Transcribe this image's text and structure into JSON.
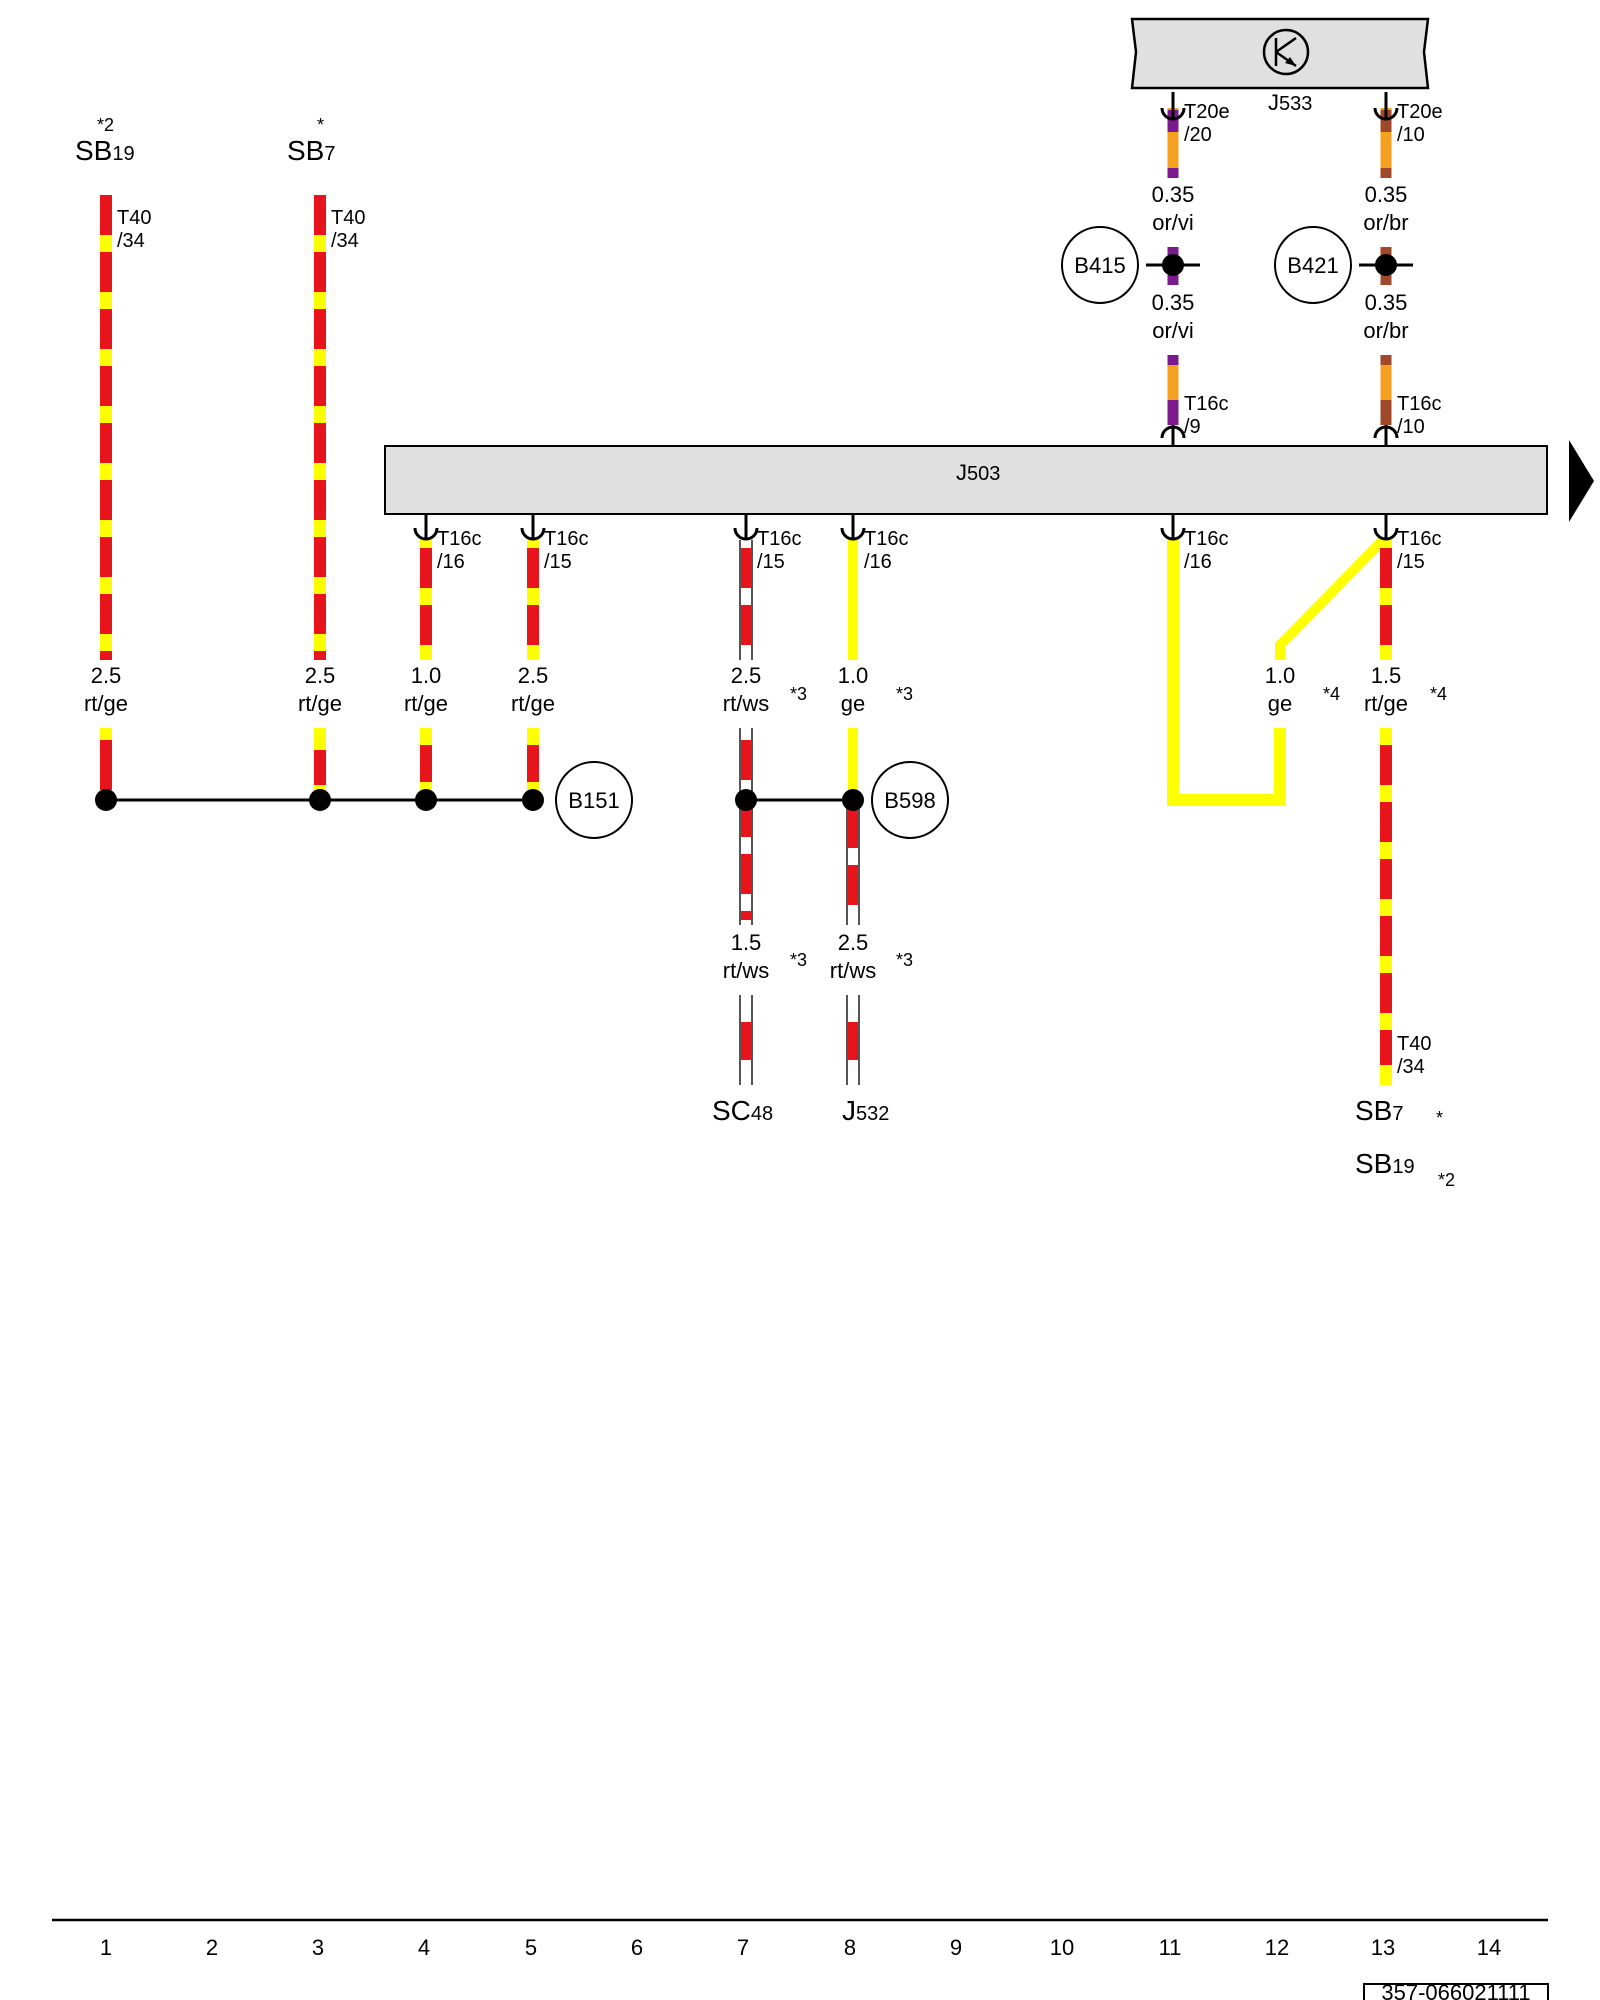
{
  "components": {
    "j533": {
      "label": "J",
      "sub": "533"
    },
    "j503": {
      "label": "J",
      "sub": "503"
    }
  },
  "supply_top": [
    {
      "name": "SB",
      "sub": "19",
      "note": "*2"
    },
    {
      "name": "SB",
      "sub": "7",
      "note": "*"
    }
  ],
  "supply_bottom": [
    {
      "name": "SB",
      "sub": "7",
      "note": "*"
    },
    {
      "name": "SB",
      "sub": "19",
      "note": "*2"
    }
  ],
  "destinations": [
    {
      "name": "SC",
      "sub": "48"
    },
    {
      "name": "J",
      "sub": "532"
    }
  ],
  "connectors": {
    "t40_a": [
      "T40",
      "/34"
    ],
    "t40_b": [
      "T40",
      "/34"
    ],
    "t20e_20": [
      "T20e",
      "/20"
    ],
    "t20e_10": [
      "T20e",
      "/10"
    ],
    "t16c_9": [
      "T16c",
      "/9"
    ],
    "t16c_10": [
      "T16c",
      "/10"
    ],
    "t16c_16a": [
      "T16c",
      "/16"
    ],
    "t16c_15a": [
      "T16c",
      "/15"
    ],
    "t16c_15b": [
      "T16c",
      "/15"
    ],
    "t16c_16b": [
      "T16c",
      "/16"
    ],
    "t16c_16c": [
      "T16c",
      "/16"
    ],
    "t16c_15c": [
      "T16c",
      "/15"
    ],
    "t40_c": [
      "T40",
      "/34"
    ]
  },
  "wires": {
    "w1": [
      "2.5",
      "rt/ge"
    ],
    "w2": [
      "2.5",
      "rt/ge"
    ],
    "w3": [
      "1.0",
      "rt/ge"
    ],
    "w4": [
      "2.5",
      "rt/ge"
    ],
    "w5": [
      "2.5",
      "rt/ws"
    ],
    "w6": [
      "1.0",
      "ge"
    ],
    "w7": [
      "1.0",
      "ge"
    ],
    "w8": [
      "1.5",
      "rt/ge"
    ],
    "w9": [
      "1.5",
      "rt/ws"
    ],
    "w10": [
      "2.5",
      "rt/ws"
    ],
    "w11": [
      "0.35",
      "or/vi"
    ],
    "w12": [
      "0.35",
      "or/br"
    ],
    "w13": [
      "0.35",
      "or/vi"
    ],
    "w14": [
      "0.35",
      "or/br"
    ]
  },
  "footnotes": {
    "f_w5": "*3",
    "f_w6": "*3",
    "f_w7": "*4",
    "f_w8": "*4",
    "f_w9": "*3",
    "f_w10": "*3"
  },
  "junctions": {
    "b151": "B151",
    "b598": "B598",
    "b415": "B415",
    "b421": "B421"
  },
  "grid_numbers": [
    "1",
    "2",
    "3",
    "4",
    "5",
    "6",
    "7",
    "8",
    "9",
    "10",
    "11",
    "12",
    "13",
    "14"
  ],
  "sheet_number": "357-066021111",
  "wire_colors": {
    "red": "#e8141c",
    "yellow": "#ffff00",
    "white": "#ffffff",
    "orange": "#f5a01e",
    "violet": "#7a1a8c",
    "brown": "#a0482a"
  },
  "icons": {
    "ecu_symbol": "transistor-icon",
    "continuation": "arrow-right-icon"
  }
}
